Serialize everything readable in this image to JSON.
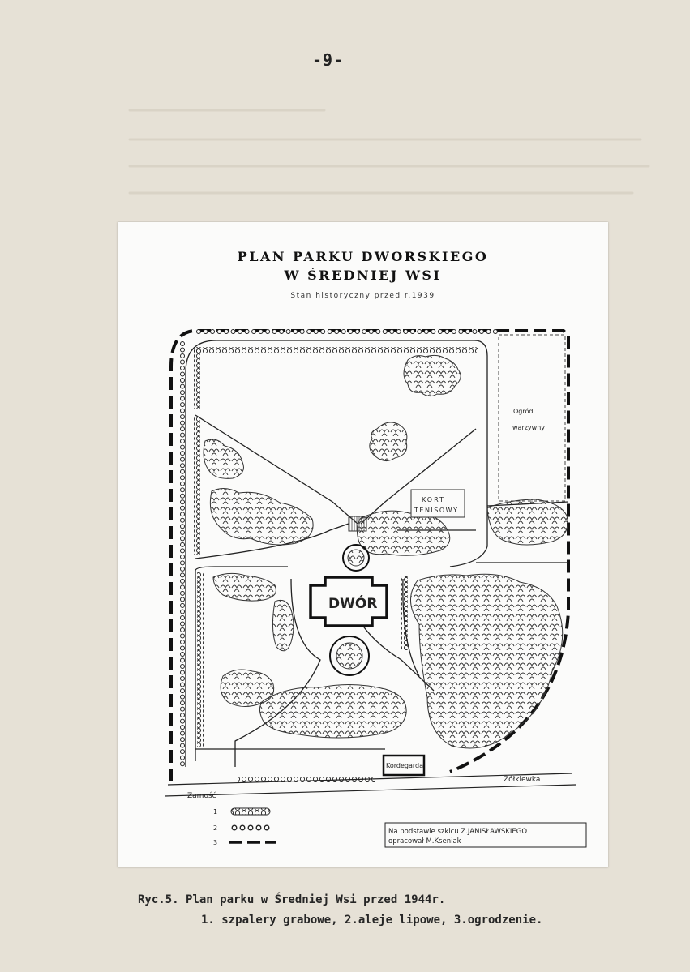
{
  "page": {
    "number": "-9-"
  },
  "figure": {
    "title_line1": "PLAN PARKU DWORSKIEGO",
    "title_line2": "W ŚREDNIEJ WSI",
    "subtitle": "Stan historyczny przed r.1939",
    "labels": {
      "ogrod_line1": "Ogród",
      "ogrod_line2": "warzywny",
      "kort_line1": "KORT",
      "kort_line2": "TENISOWY",
      "dwor": "DWÓR",
      "kordegarda": "Kordegarda",
      "zamosc": "Zamość",
      "zolkiewka": "Żółkiewka"
    },
    "legend": {
      "item1_num": "1",
      "item2_num": "2",
      "item3_num": "3"
    },
    "credit_line1": "Na podstawie szkicu Z.JANISŁAWSKIEGO",
    "credit_line2": "opracował M.Kseniak"
  },
  "caption": {
    "line1": "Ryc.5. Plan parku w Średniej Wsi przed 1944r.",
    "line2": "1. szpalery grabowe, 2.aleje lipowe, 3.ogrodzenie."
  }
}
